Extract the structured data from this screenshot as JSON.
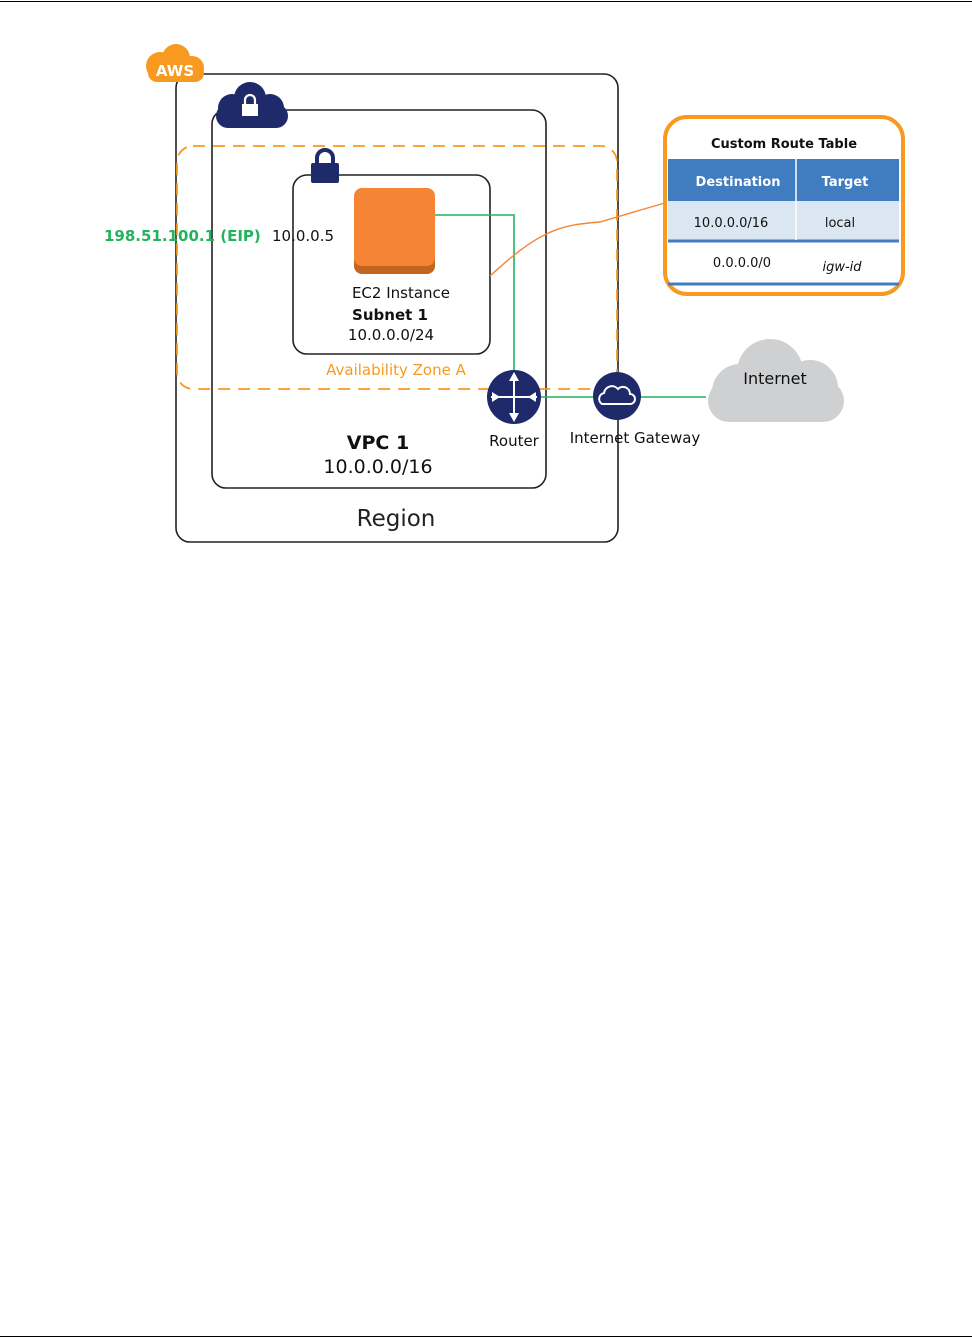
{
  "aws_badge": "AWS",
  "region": {
    "label": "Region"
  },
  "vpc": {
    "name": "VPC 1",
    "cidr": "10.0.0.0/16"
  },
  "availability_zone": {
    "label": "Availability Zone A"
  },
  "subnet": {
    "name": "Subnet 1",
    "cidr": "10.0.0.0/24"
  },
  "instance": {
    "label": "EC2 Instance",
    "private_ip": "10.0.0.5",
    "elastic_ip": "198.51.100.1 (EIP)"
  },
  "router": {
    "label": "Router"
  },
  "gateway": {
    "label": "Internet Gateway"
  },
  "internet": {
    "label": "Internet"
  },
  "route_table": {
    "title": "Custom Route Table",
    "headers": [
      "Destination",
      "Target"
    ],
    "rows": [
      {
        "destination": "10.0.0.0/16",
        "target": "local"
      },
      {
        "destination": "0.0.0.0/0",
        "target": "igw-id"
      }
    ]
  },
  "colors": {
    "aws_orange": "#f79a1f",
    "navy": "#1f2a6b",
    "green": "#22b35e",
    "table_header": "#3f7cc0",
    "table_row": "#dbe6f3",
    "cloud_gray": "#cfd0d2",
    "instance_orange": "#f58534"
  }
}
